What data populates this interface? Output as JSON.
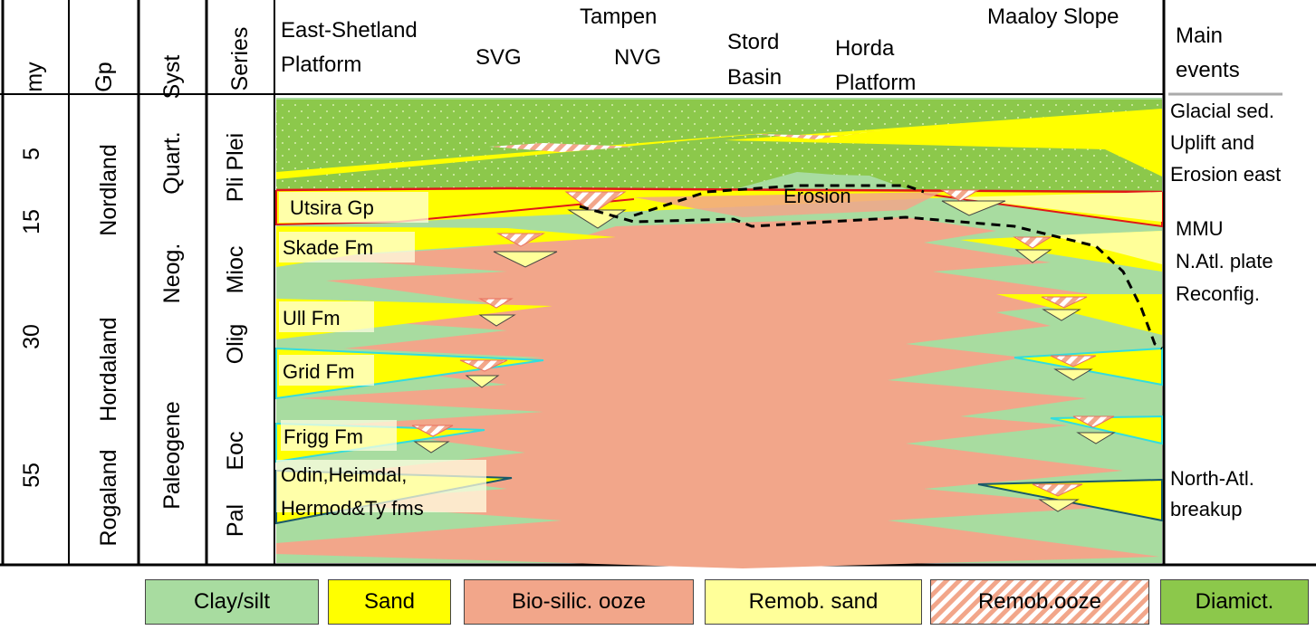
{
  "columns": {
    "my": "my",
    "gp": "Gp",
    "syst": "Syst",
    "series": "Series",
    "events": [
      "Main",
      "events"
    ]
  },
  "areas": {
    "east_shetland": [
      "East-Shetland",
      "Platform"
    ],
    "tampen": "Tampen",
    "svg": "SVG",
    "nvg": "NVG",
    "stord": [
      "Stord",
      "Basin"
    ],
    "horda": [
      "Horda",
      "Platform"
    ],
    "maaloy": "Maaloy Slope"
  },
  "ages": [
    "5",
    "15",
    "30",
    "55"
  ],
  "groups": [
    "Nordland",
    "Hordaland",
    "Rogaland"
  ],
  "systems": [
    "Quart.",
    "Neog.",
    "Paleogene"
  ],
  "series": [
    "Pli Plei",
    "Mioc",
    "Olig",
    "Eoc",
    "Pal"
  ],
  "units": {
    "utsira": "Utsira Gp",
    "skade": "Skade Fm",
    "ull": "Ull Fm",
    "grid": "Grid Fm",
    "frigg": "Frigg Fm",
    "odin": [
      "Odin,Heimdal,",
      "Hermod&Ty fms"
    ],
    "erosion": "Erosion"
  },
  "events": {
    "glacial": [
      "Glacial sed.",
      "Uplift and",
      "Erosion east"
    ],
    "mmu": [
      "MMU",
      "N.Atl. plate",
      "Reconfig."
    ],
    "breakup": [
      "North-Atl.",
      "breakup"
    ]
  },
  "legend": [
    {
      "label": "Clay/silt",
      "color": "#a8dca0"
    },
    {
      "label": "Sand",
      "color": "#ffff00"
    },
    {
      "label": "Bio-silic. ooze",
      "color": "#f2a68a"
    },
    {
      "label": "Remob. sand",
      "color": "#ffff99"
    },
    {
      "label": "Remob.ooze",
      "color": "hatch"
    },
    {
      "label": "Diamict.",
      "color": "#8cc84b"
    }
  ],
  "colors": {
    "clay": "#a8dca0",
    "sand": "#ffff00",
    "ooze": "#f2a68a",
    "remob_sand": "#ffff99",
    "diamict": "#8cc84b",
    "cyan_outline": "#33dddd",
    "red_outline": "#e01818"
  }
}
